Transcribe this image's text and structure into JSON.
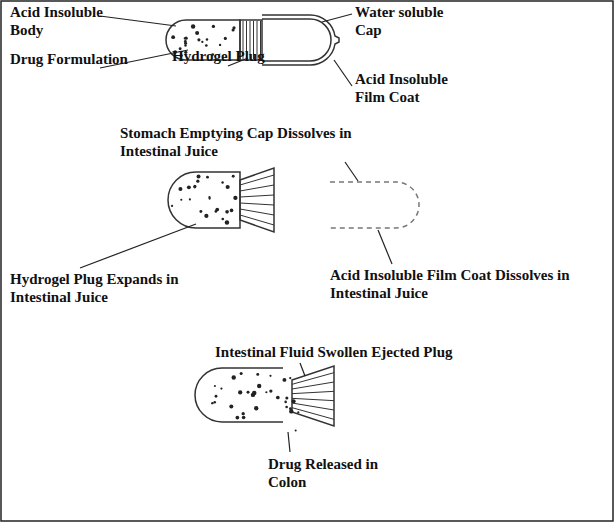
{
  "diagram": {
    "labels": [
      "Acid Insoluble Body",
      "Water soluble Cap",
      "Drug Formulation",
      "Hydrogel Plug",
      "Acid Insoluble Film Coat",
      "Stomach Emptying Cap Dissolves in Intestinal Juice",
      "Hydrogel Plug Expands in Intestinal Juice",
      "Acid Insoluble Film Coat Dissolves in Intestinal Juice",
      "Intestinal Fluid Swollen Ejected Plug",
      "Drug Released in Colon"
    ]
  }
}
